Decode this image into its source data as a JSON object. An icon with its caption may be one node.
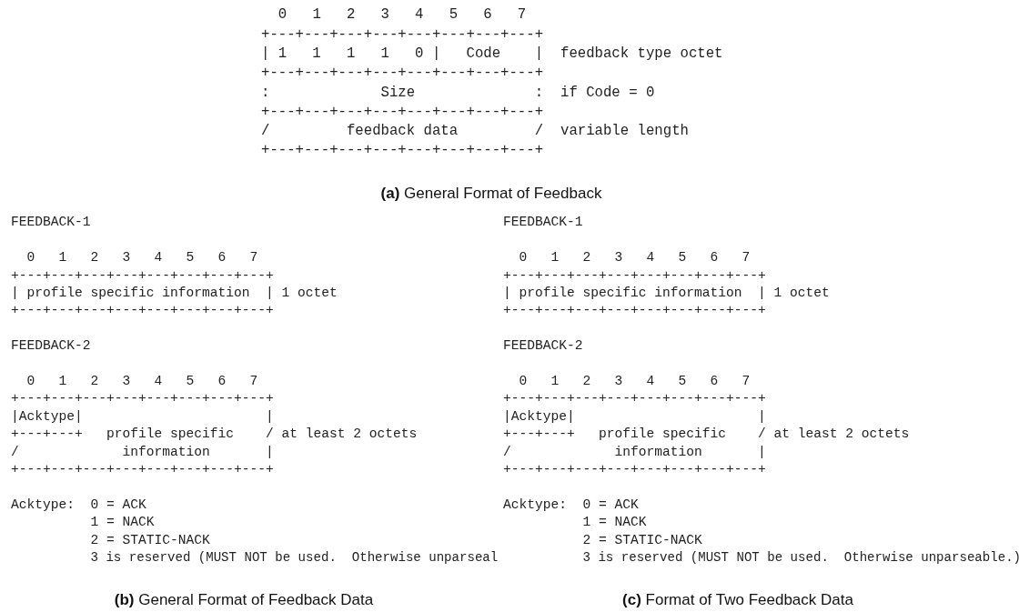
{
  "diagram": {
    "labels": [
      "0   1   2   3   4   5   6   7",
      "+---+---+---+---+---+---+---+---+",
      "| 1   1   1   1   0 |   Code    |",
      "feedback type octet",
      "+---+---+---+---+---+---+---+---+",
      ":             Size              :",
      "if Code = 0",
      "+---+---+---+---+---+---+---+---+",
      "/         feedback data         /",
      "variable length",
      "+---+---+---+---+---+---+---+---+",
      "**(a)** General Format of Feedback",
      "FEEDBACK-1",
      "0   1   2   3   4   5   6   7",
      "+---+---+---+---+---+---+---+---+",
      "| profile specific information  |",
      "1 octet",
      "+---+---+---+---+---+---+---+---+",
      "FEEDBACK-2",
      "0   1   2   3   4   5   6   7",
      "+---+---+---+---+---+---+---+---+",
      "|Acktype|                       |",
      "+---+---+   profile specific    /",
      "at least 2 octets",
      "/             information       |",
      "+---+---+---+---+---+---+---+---+",
      "Acktype:",
      "0 = ACK",
      "1 = NACK",
      "2 = STATIC-NACK",
      "3 is reserved (MUST NOT be used.  Otherwise unparseal",
      "**(b)** General Format of Feedback Data",
      "FEEDBACK-1",
      "0   1   2   3   4   5   6   7",
      "+---+---+---+---+---+---+---+---+",
      "| profile specific information  |",
      "1 octet",
      "+---+---+---+---+---+---+---+---+",
      "FEEDBACK-2",
      "0   1   2   3   4   5   6   7",
      "+---+---+---+---+---+---+---+---+",
      "|Acktype|                       |",
      "+---+---+   profile specific    /",
      "at least 2 octets",
      "/             information       |",
      "+---+---+---+---+---+---+---+---+",
      "Acktype:",
      "0 = ACK",
      "1 = NACK",
      "2 = STATIC-NACK",
      "3 is reserved (MUST NOT be used.  Otherwise unparseable.)",
      "**(c)** Format of Two Feedback Data"
    ]
  }
}
